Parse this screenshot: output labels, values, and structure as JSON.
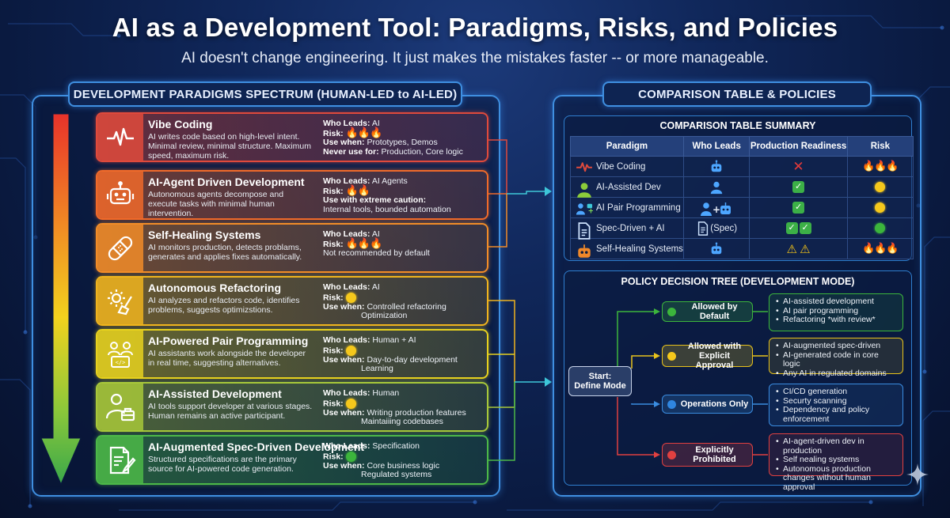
{
  "title": "AI as a Development Tool: Paradigms, Risks, and Policies",
  "subtitle": "AI doesn't change engineering. It just makes the mistakes faster -- or more manageable.",
  "spectrum": {
    "label": "DEVELOPMENT PARADIGMS SPECTRUM (HUMAN-LED to AI-LED)",
    "cards": [
      {
        "icon": "pulse-icon",
        "title": "Vibe Coding",
        "desc": "AI writes code based on high-level intent. Minimal review, minimal structure. Maximum speed, maximum risk.",
        "who_label": "Who Leads:",
        "who": "AI",
        "risk_label": "Risk:",
        "risk": "🔥🔥🔥",
        "extra": [
          {
            "label": "Use when:",
            "text": "Prototypes, Demos"
          },
          {
            "label": "Never use for:",
            "text": "Production, Core logic"
          }
        ],
        "note": "",
        "color": "#e04a3c"
      },
      {
        "icon": "robot-icon",
        "title": "AI-Agent Driven Development",
        "desc": "Autonomous agents decompose and execute tasks with minimal human intervention.",
        "who_label": "Who Leads:",
        "who": "AI Agents",
        "risk_label": "Risk:",
        "risk": "🔥🔥",
        "extra": [
          {
            "label": "Use with extreme caution:",
            "text": ""
          }
        ],
        "note": "Internal tools, bounded automation",
        "color": "#f06a2a"
      },
      {
        "icon": "bandage-icon",
        "title": "Self-Healing Systems",
        "desc": "AI monitors production, detects problams, generates and applies fixes automatically.",
        "who_label": "Who Leads:",
        "who": "AI",
        "risk_label": "Risk:",
        "risk": "🔥🔥🔥",
        "extra": [],
        "note": "Not recommended by default",
        "color": "#f28c28"
      },
      {
        "icon": "gear-broom-icon",
        "title": "Autonomous Refactoring",
        "desc": "AI analyzes and refactors code, identifies problems, suggests optimizstions.",
        "who_label": "Who Leads:",
        "who": "AI",
        "risk_label": "Risk:",
        "risk": "🟡",
        "extra": [
          {
            "label": "Use when:",
            "text": "Controlled refactoring"
          }
        ],
        "note": "Optimization",
        "color": "#f0b41e"
      },
      {
        "icon": "pair-programming-icon",
        "title": "AI-Powered Pair Programming",
        "desc": "AI assistants work alongside the developer in real time, suggesting alternatives.",
        "who_label": "Who Leads:",
        "who": "Human + AI",
        "risk_label": "Risk:",
        "risk": "🟡",
        "extra": [
          {
            "label": "Use when:",
            "text": "Day-to-day development"
          }
        ],
        "note": "Learning",
        "color": "#e8d21e"
      },
      {
        "icon": "person-toolbox-icon",
        "title": "AI-Assisted Development",
        "desc": "AI tools support developer at various stages. Human remains an active participant.",
        "who_label": "Who Leads:",
        "who": "Human",
        "risk_label": "Risk:",
        "risk": "🟡",
        "extra": [
          {
            "label": "Use when:",
            "text": "Writing production features"
          }
        ],
        "note": "Maintaiiing codebases",
        "color": "#a8c83a"
      },
      {
        "icon": "document-pen-icon",
        "title": "AI-Augmented Spec-Driven Development",
        "desc": "Structured specifications are the primary source for AI-powered code generation.",
        "who_label": "Who Leads:",
        "who": "Specification",
        "risk_label": "Risk:",
        "risk": "🟢",
        "extra": [
          {
            "label": "Use when:",
            "text": "Core business logic"
          }
        ],
        "note": "Regulated systems",
        "color": "#4cb848"
      }
    ]
  },
  "policies": {
    "label": "COMPARISON TABLE & POLICIES",
    "table": {
      "title": "COMPARISON TABLE SUMMARY",
      "headers": [
        "Paradigm",
        "Who Leads",
        "Production Readiness",
        "Risk"
      ],
      "rows": [
        {
          "icon": "pulse-icon",
          "name": "Vibe Coding",
          "who_icon": "robot-icon",
          "who_text": "",
          "readiness": "cross",
          "risk": "🔥🔥🔥"
        },
        {
          "icon": "person-icon",
          "name": "AI-Assisted Dev",
          "who_icon": "person-icon",
          "who_text": "",
          "readiness": "check",
          "risk": "yellow"
        },
        {
          "icon": "pair-icon",
          "name": "AI Pair Programming",
          "who_icon": "person-robot-icon",
          "who_text": "",
          "readiness": "check",
          "risk": "yellow"
        },
        {
          "icon": "document-icon",
          "name": "Spec-Driven + AI",
          "who_icon": "document-icon",
          "who_text": "(Spec)",
          "readiness": "double-check",
          "risk": "green"
        },
        {
          "icon": "robot-icon",
          "name": "Self-Healing Systems",
          "who_icon": "robot-icon",
          "who_text": "",
          "readiness": "double-warning",
          "risk": "🔥🔥🔥"
        }
      ]
    },
    "tree": {
      "title": "POLICY DECISION TREE (DEVELOPMENT MODE)",
      "start": [
        "Start:",
        "Define Mode"
      ],
      "branches": [
        {
          "label": [
            "Allowed by Default"
          ],
          "dot": "#3cb53c",
          "border": "#3cb53c",
          "items": [
            "AI-assisted development",
            "AI pair programming",
            "Refactoring *with review*"
          ]
        },
        {
          "label": [
            "Allowed with",
            "Explicit Approval"
          ],
          "dot": "#f5c81c",
          "border": "#e8c21c",
          "items": [
            "AI-augmented spec-driven",
            "AI-generated code in core logic",
            "Any AI in regulated domains"
          ]
        },
        {
          "label": [
            "Operations Only"
          ],
          "dot": "#2f86e0",
          "border": "#3a8ce0",
          "items": [
            "CI/CD generation",
            "Securty scanning",
            "Dependency and policy enforcement"
          ]
        },
        {
          "label": [
            "Explicitly",
            "Prohibited"
          ],
          "dot": "#e04040",
          "border": "#e04040",
          "items": [
            "AI-agent-driven dev in production",
            "Self nealing systems",
            "Autonomous production changes without human approval"
          ]
        }
      ]
    }
  }
}
